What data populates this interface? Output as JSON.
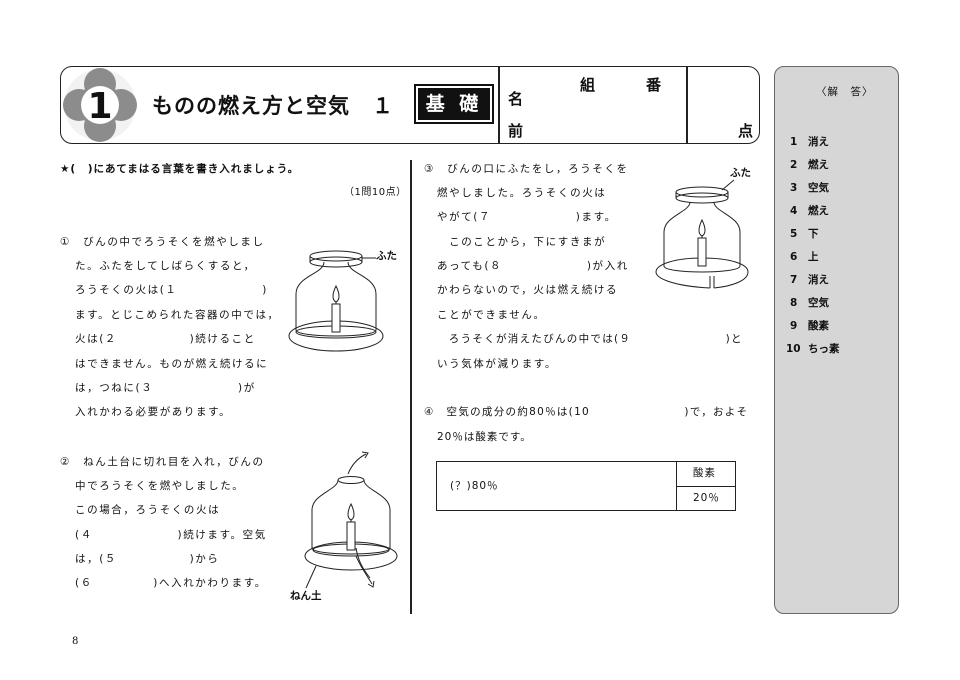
{
  "header": {
    "number": "1",
    "title": "ものの燃え方と空気　１",
    "level_badge": "基 礎",
    "kumi": "組",
    "ban": "番",
    "name_top": "名",
    "name_bottom": "前",
    "points": "点"
  },
  "instructions": {
    "text": "★(　)にあてまはる言葉を書き入れましょう。",
    "points_note": "（1問10点）"
  },
  "q1": {
    "lines": [
      "①　びんの中でろうそくを燃やしまし",
      "た。ふたをしてしばらくすると，",
      "ろうそくの火は(１　　　　　　　)",
      "ます。とじこめられた容器の中では，",
      "火は(２　　　　　　)続けること",
      "はできません。ものが燃え続けるに",
      "は，つねに(３　　　　　　　)が",
      "入れかわる必要があります。"
    ],
    "lid_label": "ふた"
  },
  "q2": {
    "lines": [
      "②　ねん土台に切れ目を入れ，びんの",
      "中でろうそくを燃やしました。",
      "この場合，ろうそくの火は",
      "(４　　　　　　　)続けます。空気",
      "は，(５　　　　　　)から",
      "(６　　　　　)へ入れかわります。"
    ],
    "clay_label": "ねん土"
  },
  "q3": {
    "lines": [
      "③　びんの口にふたをし，ろうそくを",
      "燃やしました。ろうそくの火は",
      "やがて(７　　　　　　　)ます。",
      "　このことから，下にすきまが",
      "あっても(８　　　　　　　)が入れ",
      "かわらないので，火は燃え続ける",
      "ことができません。",
      "　ろうそくが消えたびんの中では(９　　　　　　　　)と",
      "いう気体が減ります。"
    ],
    "lid_label": "ふた"
  },
  "q4": {
    "line1": "④　空気の成分の約80％は(10　　　　　　　　)で，およそ",
    "line2": "20％は酸素です。",
    "table": {
      "left_cell": "(？)80％",
      "right_top": "酸素",
      "right_bottom": "20％"
    }
  },
  "answer_key": {
    "heading": "〈解　答〉",
    "items": [
      {
        "num": "1",
        "text": "消え"
      },
      {
        "num": "2",
        "text": "燃え"
      },
      {
        "num": "3",
        "text": "空気"
      },
      {
        "num": "4",
        "text": "燃え"
      },
      {
        "num": "5",
        "text": "下"
      },
      {
        "num": "6",
        "text": "上"
      },
      {
        "num": "7",
        "text": "消え"
      },
      {
        "num": "8",
        "text": "空気"
      },
      {
        "num": "9",
        "text": "酸素"
      },
      {
        "num": "10",
        "text": "ちっ素"
      }
    ]
  },
  "page_number": "8"
}
